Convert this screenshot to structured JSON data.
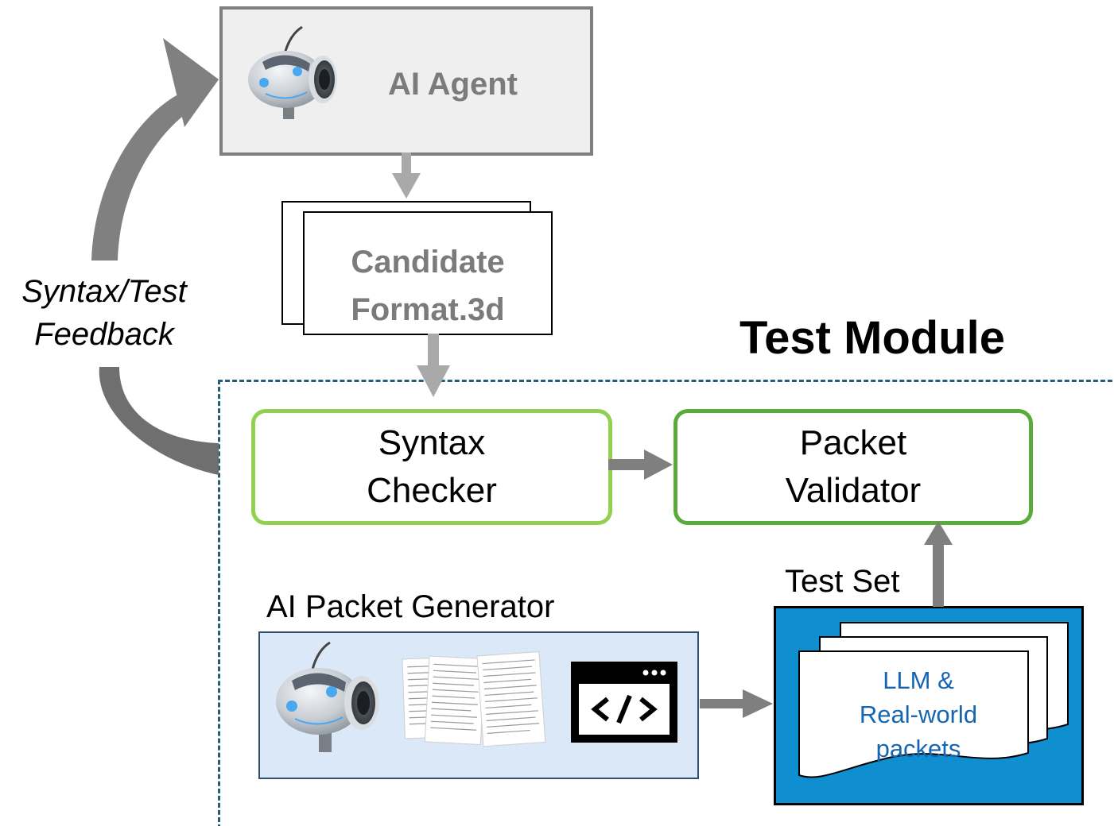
{
  "agent": {
    "title": "AI Agent",
    "icon": "robot-icon"
  },
  "candidate": {
    "line1": "Candidate",
    "line2": "Format.3d"
  },
  "feedback": {
    "line1": "Syntax/Test",
    "line2": "Feedback"
  },
  "test_module": {
    "title": "Test Module",
    "syntax_checker": {
      "line1": "Syntax",
      "line2": "Checker"
    },
    "packet_validator": {
      "line1": "Packet",
      "line2": "Validator"
    },
    "generator": {
      "label": "AI Packet Generator",
      "icons": [
        "robot-icon",
        "documents-icon",
        "code-window-icon"
      ]
    },
    "test_set": {
      "label": "Test Set",
      "line1": "LLM &",
      "line2": "Real-world",
      "line3": "packets"
    }
  },
  "colors": {
    "syntax_border": "#92d050",
    "validator_border": "#5aab3b",
    "module_dash": "#255e78",
    "arrow_gray": "#8c8c8c",
    "test_set_bg": "#0f8ed0",
    "generator_bg": "#dae8f7"
  }
}
